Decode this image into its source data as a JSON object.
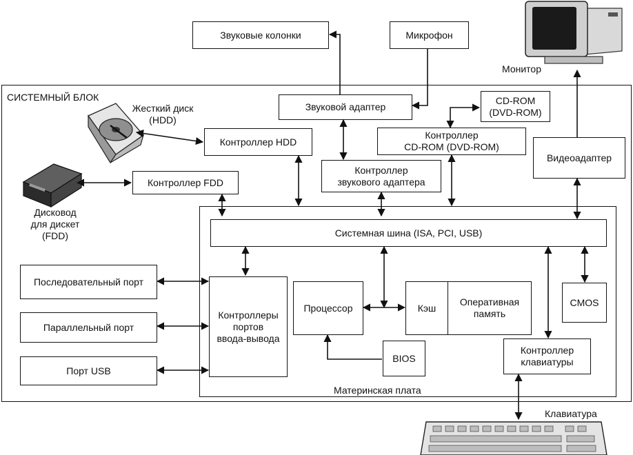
{
  "labels": {
    "system_unit": "СИСТЕМНЫЙ БЛОК",
    "motherboard": "Материнская плата",
    "monitor": "Монитор",
    "keyboard": "Клавиатура",
    "hdd": "Жесткий диск\n(HDD)",
    "fdd": "Дисковод\nдля дискет\n(FDD)"
  },
  "boxes": {
    "speakers": "Звуковые колонки",
    "microphone": "Микрофон",
    "sound_adapter": "Звуковой адаптер",
    "cdrom": "CD-ROM\n(DVD-ROM)",
    "cdrom_controller": "Контроллер\nCD-ROM (DVD-ROM)",
    "hdd_controller": "Контроллер HDD",
    "sound_controller": "Контроллер\nзвукового адаптера",
    "fdd_controller": "Контроллер FDD",
    "video_adapter": "Видеоадаптер",
    "system_bus": "Системная шина (ISA, PCI, USB)",
    "serial_port": "Последовательный порт",
    "parallel_port": "Параллельный порт",
    "usb_port": "Порт USB",
    "io_controllers": "Контроллеры\nпортов\nввода-вывода",
    "cpu": "Процессор",
    "cache": "Кэш",
    "ram": "Оперативная\nпамять",
    "cmos": "CMOS",
    "bios": "BIOS",
    "keyboard_controller": "Контроллер\nклавиатуры"
  }
}
